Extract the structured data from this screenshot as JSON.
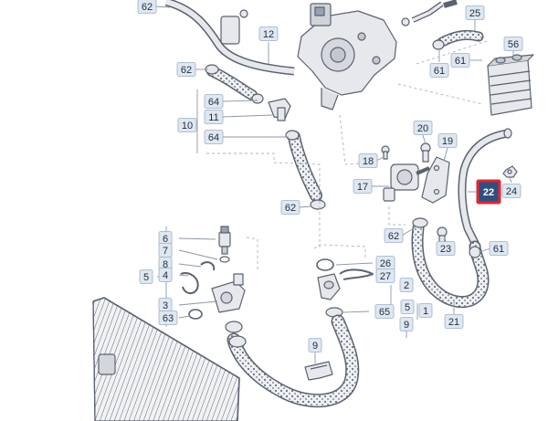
{
  "diagram": {
    "labels": [
      {
        "id": "l62a",
        "text": "62"
      },
      {
        "id": "l12",
        "text": "12"
      },
      {
        "id": "l62b",
        "text": "62"
      },
      {
        "id": "l64a",
        "text": "64"
      },
      {
        "id": "l11",
        "text": "11"
      },
      {
        "id": "l10",
        "text": "10"
      },
      {
        "id": "l64b",
        "text": "64"
      },
      {
        "id": "l62c",
        "text": "62"
      },
      {
        "id": "l25",
        "text": "25"
      },
      {
        "id": "l56",
        "text": "56"
      },
      {
        "id": "l61a",
        "text": "61"
      },
      {
        "id": "l61b",
        "text": "61"
      },
      {
        "id": "l20",
        "text": "20"
      },
      {
        "id": "l19",
        "text": "19"
      },
      {
        "id": "l18",
        "text": "18"
      },
      {
        "id": "l17",
        "text": "17"
      },
      {
        "id": "l22",
        "text": "22"
      },
      {
        "id": "l24",
        "text": "24"
      },
      {
        "id": "l62d",
        "text": "62"
      },
      {
        "id": "l23",
        "text": "23"
      },
      {
        "id": "l61c",
        "text": "61"
      },
      {
        "id": "l6",
        "text": "6"
      },
      {
        "id": "l7",
        "text": "7"
      },
      {
        "id": "l8",
        "text": "8"
      },
      {
        "id": "l5a",
        "text": "5"
      },
      {
        "id": "l4",
        "text": "4"
      },
      {
        "id": "l3",
        "text": "3"
      },
      {
        "id": "l63",
        "text": "63"
      },
      {
        "id": "l26",
        "text": "26"
      },
      {
        "id": "l27",
        "text": "27"
      },
      {
        "id": "l2",
        "text": "2"
      },
      {
        "id": "l65",
        "text": "65"
      },
      {
        "id": "l5b",
        "text": "5"
      },
      {
        "id": "l1",
        "text": "1"
      },
      {
        "id": "l9a",
        "text": "9"
      },
      {
        "id": "l21",
        "text": "21"
      },
      {
        "id": "l9b",
        "text": "9"
      }
    ],
    "highlight_label": "22",
    "colors": {
      "highlight_fill": "#2f4f7f",
      "highlight_border": "#e3262e",
      "label_fill": "#dfe7f1",
      "label_border": "#9fb0c6",
      "leader": "#8c97a8",
      "part_fill": "#e6e8ec",
      "part_stroke": "#5a6270"
    }
  }
}
